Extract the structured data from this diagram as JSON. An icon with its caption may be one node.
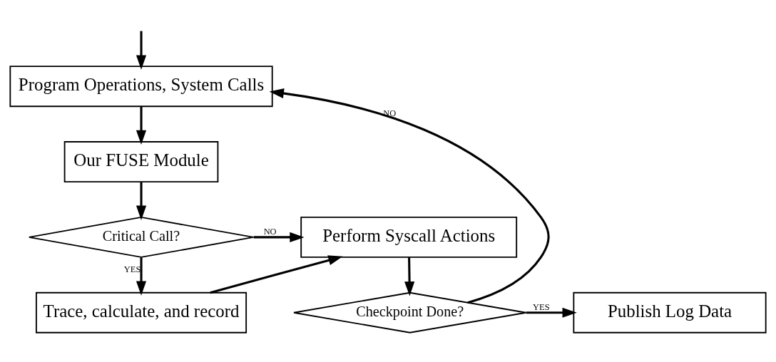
{
  "diagram": {
    "nodes": [
      {
        "text": [
          "Program Operations, System Calls"
        ]
      },
      {
        "text": [
          "Our FUSE Module"
        ]
      },
      {
        "text": [
          "Critical Call?"
        ]
      },
      {
        "text": [
          "Trace, calculate, and record"
        ]
      },
      {
        "text": [
          "Perform Syscall Actions"
        ]
      },
      {
        "text": [
          "Checkpoint Done?"
        ]
      },
      {
        "text": [
          "Publish Log Data"
        ]
      }
    ],
    "edges": [
      {
        "from": null,
        "to": 0,
        "arrow": "to"
      },
      {
        "from": 0,
        "to": 1,
        "arrow": "to"
      },
      {
        "from": 1,
        "to": 2,
        "arrow": "to"
      },
      {
        "from": 2,
        "to": 3,
        "arrow": "to",
        "label": "YES"
      },
      {
        "from": 2,
        "to": 4,
        "arrow": "to",
        "label": "NO"
      },
      {
        "from": 3,
        "to": 4,
        "arrow": "to"
      },
      {
        "from": 4,
        "to": 5,
        "arrow": "to"
      },
      {
        "from": 5,
        "to": 0,
        "arrow": "to",
        "label": "NO"
      },
      {
        "from": 5,
        "to": 6,
        "arrow": "to",
        "label": "YES"
      }
    ]
  }
}
